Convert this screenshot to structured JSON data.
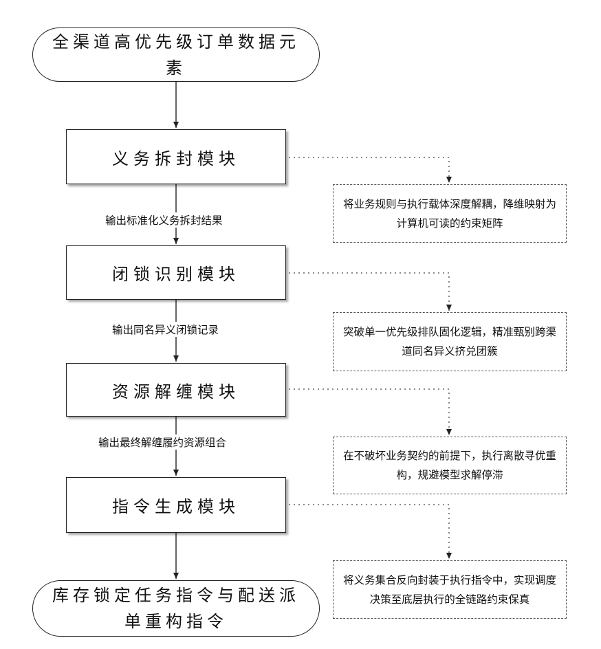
{
  "start": {
    "label": "全渠道高优先级订单数据元素"
  },
  "modules": [
    {
      "label": "义务拆封模块"
    },
    {
      "label": "闭锁识别模块"
    },
    {
      "label": "资源解缠模块"
    },
    {
      "label": "指令生成模块"
    }
  ],
  "edge_labels": [
    "输出标准化义务拆封结果",
    "输出同名异义闭锁记录",
    "输出最终解缠履约资源组合"
  ],
  "notes": [
    "将业务规则与执行载体深度解耦，降维映射为计算机可读的约束矩阵",
    "突破单一优先级排队固化逻辑，精准甄别跨渠道同名异义挤兑团簇",
    "在不破坏业务契约的前提下，执行离散寻优重构，规避模型求解停滞",
    "将义务集合反向封装于执行指令中，实现调度决策至底层执行的全链路约束保真"
  ],
  "end": {
    "label": "库存锁定任务指令与配送派单重构指令"
  }
}
